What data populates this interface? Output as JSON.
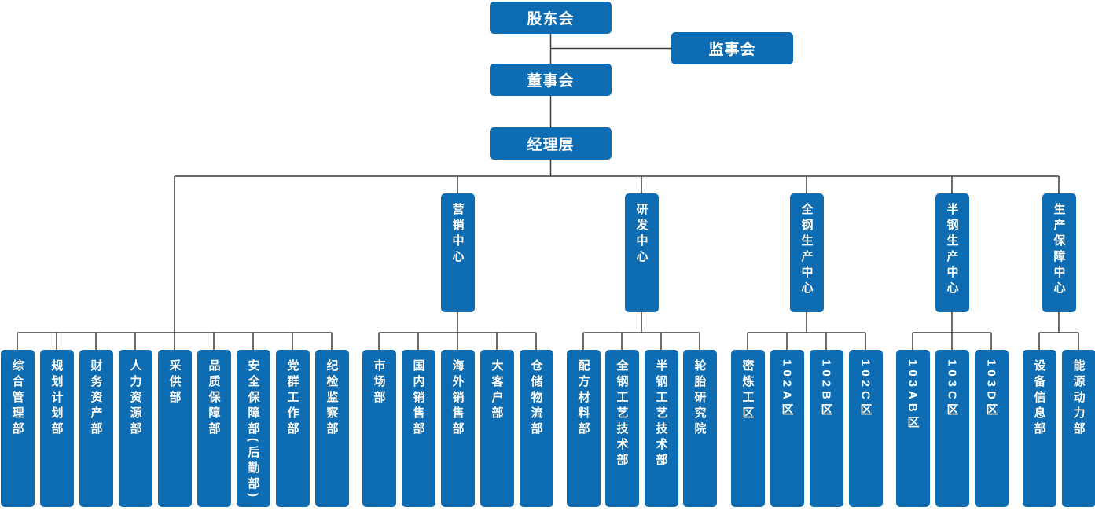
{
  "org_chart": {
    "governance": {
      "shareholders": "股东会",
      "supervisory_board": "监事会",
      "board_of_directors": "董事会",
      "management": "经理层"
    },
    "functional_departments": [
      "综合管理部",
      "规划计划部",
      "财务资产部",
      "人力资源部",
      "采供部",
      "品质保障部",
      "安全保障部(后勤部)",
      "党群工作部",
      "纪检监察部"
    ],
    "centers": [
      {
        "name": "营销中心",
        "children": [
          "市场部",
          "国内销售部",
          "海外销售部",
          "大客户部",
          "仓储物流部"
        ]
      },
      {
        "name": "研发中心",
        "children": [
          "配方材料部",
          "全钢工艺技术部",
          "半钢工艺技术部",
          "轮胎研究院"
        ]
      },
      {
        "name": "全钢生产中心",
        "children": [
          "密炼工区",
          "102A区",
          "102B区",
          "102C区"
        ]
      },
      {
        "name": "半钢生产中心",
        "children": [
          "103AB区",
          "103C区",
          "103D区"
        ]
      },
      {
        "name": "生产保障中心",
        "children": [
          "设备信息部",
          "能源动力部"
        ]
      }
    ],
    "colors": {
      "box_fill": "#0e6cb2",
      "box_text": "#ffffff",
      "connector": "#3c3c3c",
      "background": "#ffffff"
    }
  }
}
